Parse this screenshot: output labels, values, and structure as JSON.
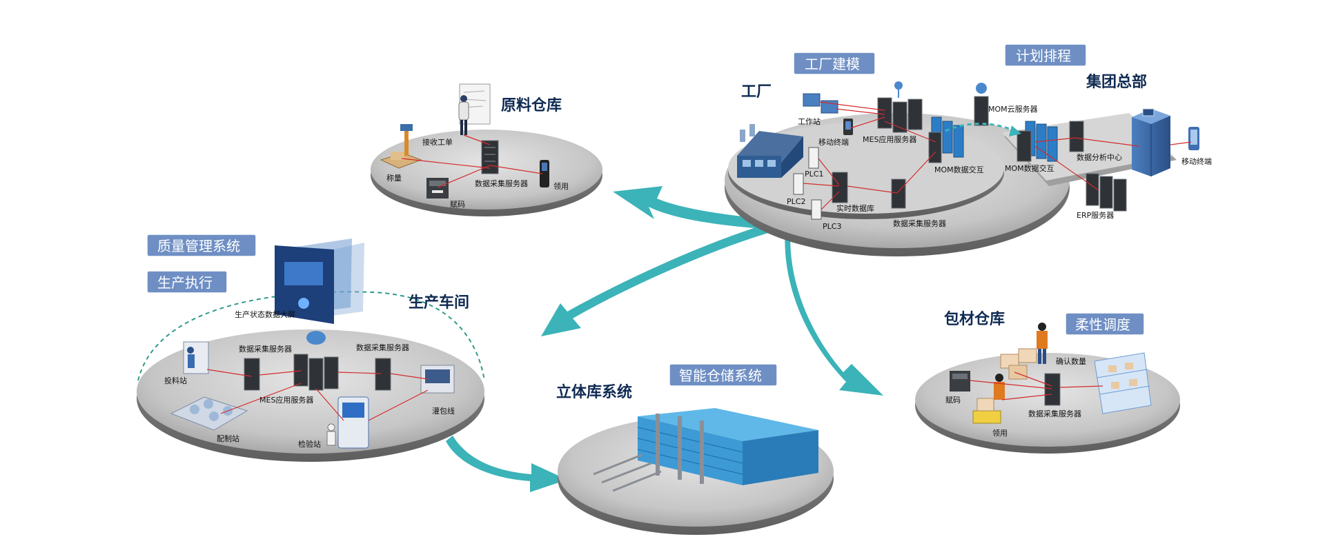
{
  "tags": {
    "factory_modeling": "工厂建模",
    "planning": "计划排程",
    "quality": "质量管理系统",
    "production_exec": "生产执行",
    "smart_storage": "智能仓储系统",
    "flex_dispatch": "柔性调度"
  },
  "titles": {
    "raw_warehouse": "原料仓库",
    "factory": "工厂",
    "group_hq": "集团总部",
    "workshop": "生产车间",
    "stereo_warehouse": "立体库系统",
    "packaging_warehouse": "包材仓库"
  },
  "labels": {
    "raw": {
      "receive_order": "接收工单",
      "weigh": "称量",
      "code": "赋码",
      "data_server": "数据采集服务器",
      "pick": "领用"
    },
    "factory": {
      "workstation": "工作站",
      "mobile_terminal": "移动终端",
      "mes_server": "MES应用服务器",
      "plc1": "PLC1",
      "plc2": "PLC2",
      "plc3": "PLC3",
      "realtime_db": "实时数据库",
      "mom_exchange": "MOM数据交互",
      "data_server": "数据采集服务器"
    },
    "hq": {
      "mom_cloud": "MOM云服务器",
      "mom_exchange": "MOM数据交互",
      "analytics": "数据分析中心",
      "erp": "ERP服务器",
      "mobile": "移动终端"
    },
    "workshop": {
      "big_screen": "生产状态数据大屏",
      "data_server_1": "数据采集服务器",
      "data_server_2": "数据采集服务器",
      "feeding": "投料站",
      "mes_server": "MES应用服务器",
      "filling_line": "灌包线",
      "dispensing": "配制站",
      "inspection": "检验站"
    },
    "pack": {
      "confirm_qty": "确认数量",
      "code": "赋码",
      "data_server": "数据采集服务器",
      "pick": "领用"
    }
  },
  "colors": {
    "tag_bg": "#6f8fc4",
    "title": "#0f2a52",
    "arrow": "#3bb3b8",
    "link": "#d42b2b",
    "platform": "#c9c9c9"
  }
}
